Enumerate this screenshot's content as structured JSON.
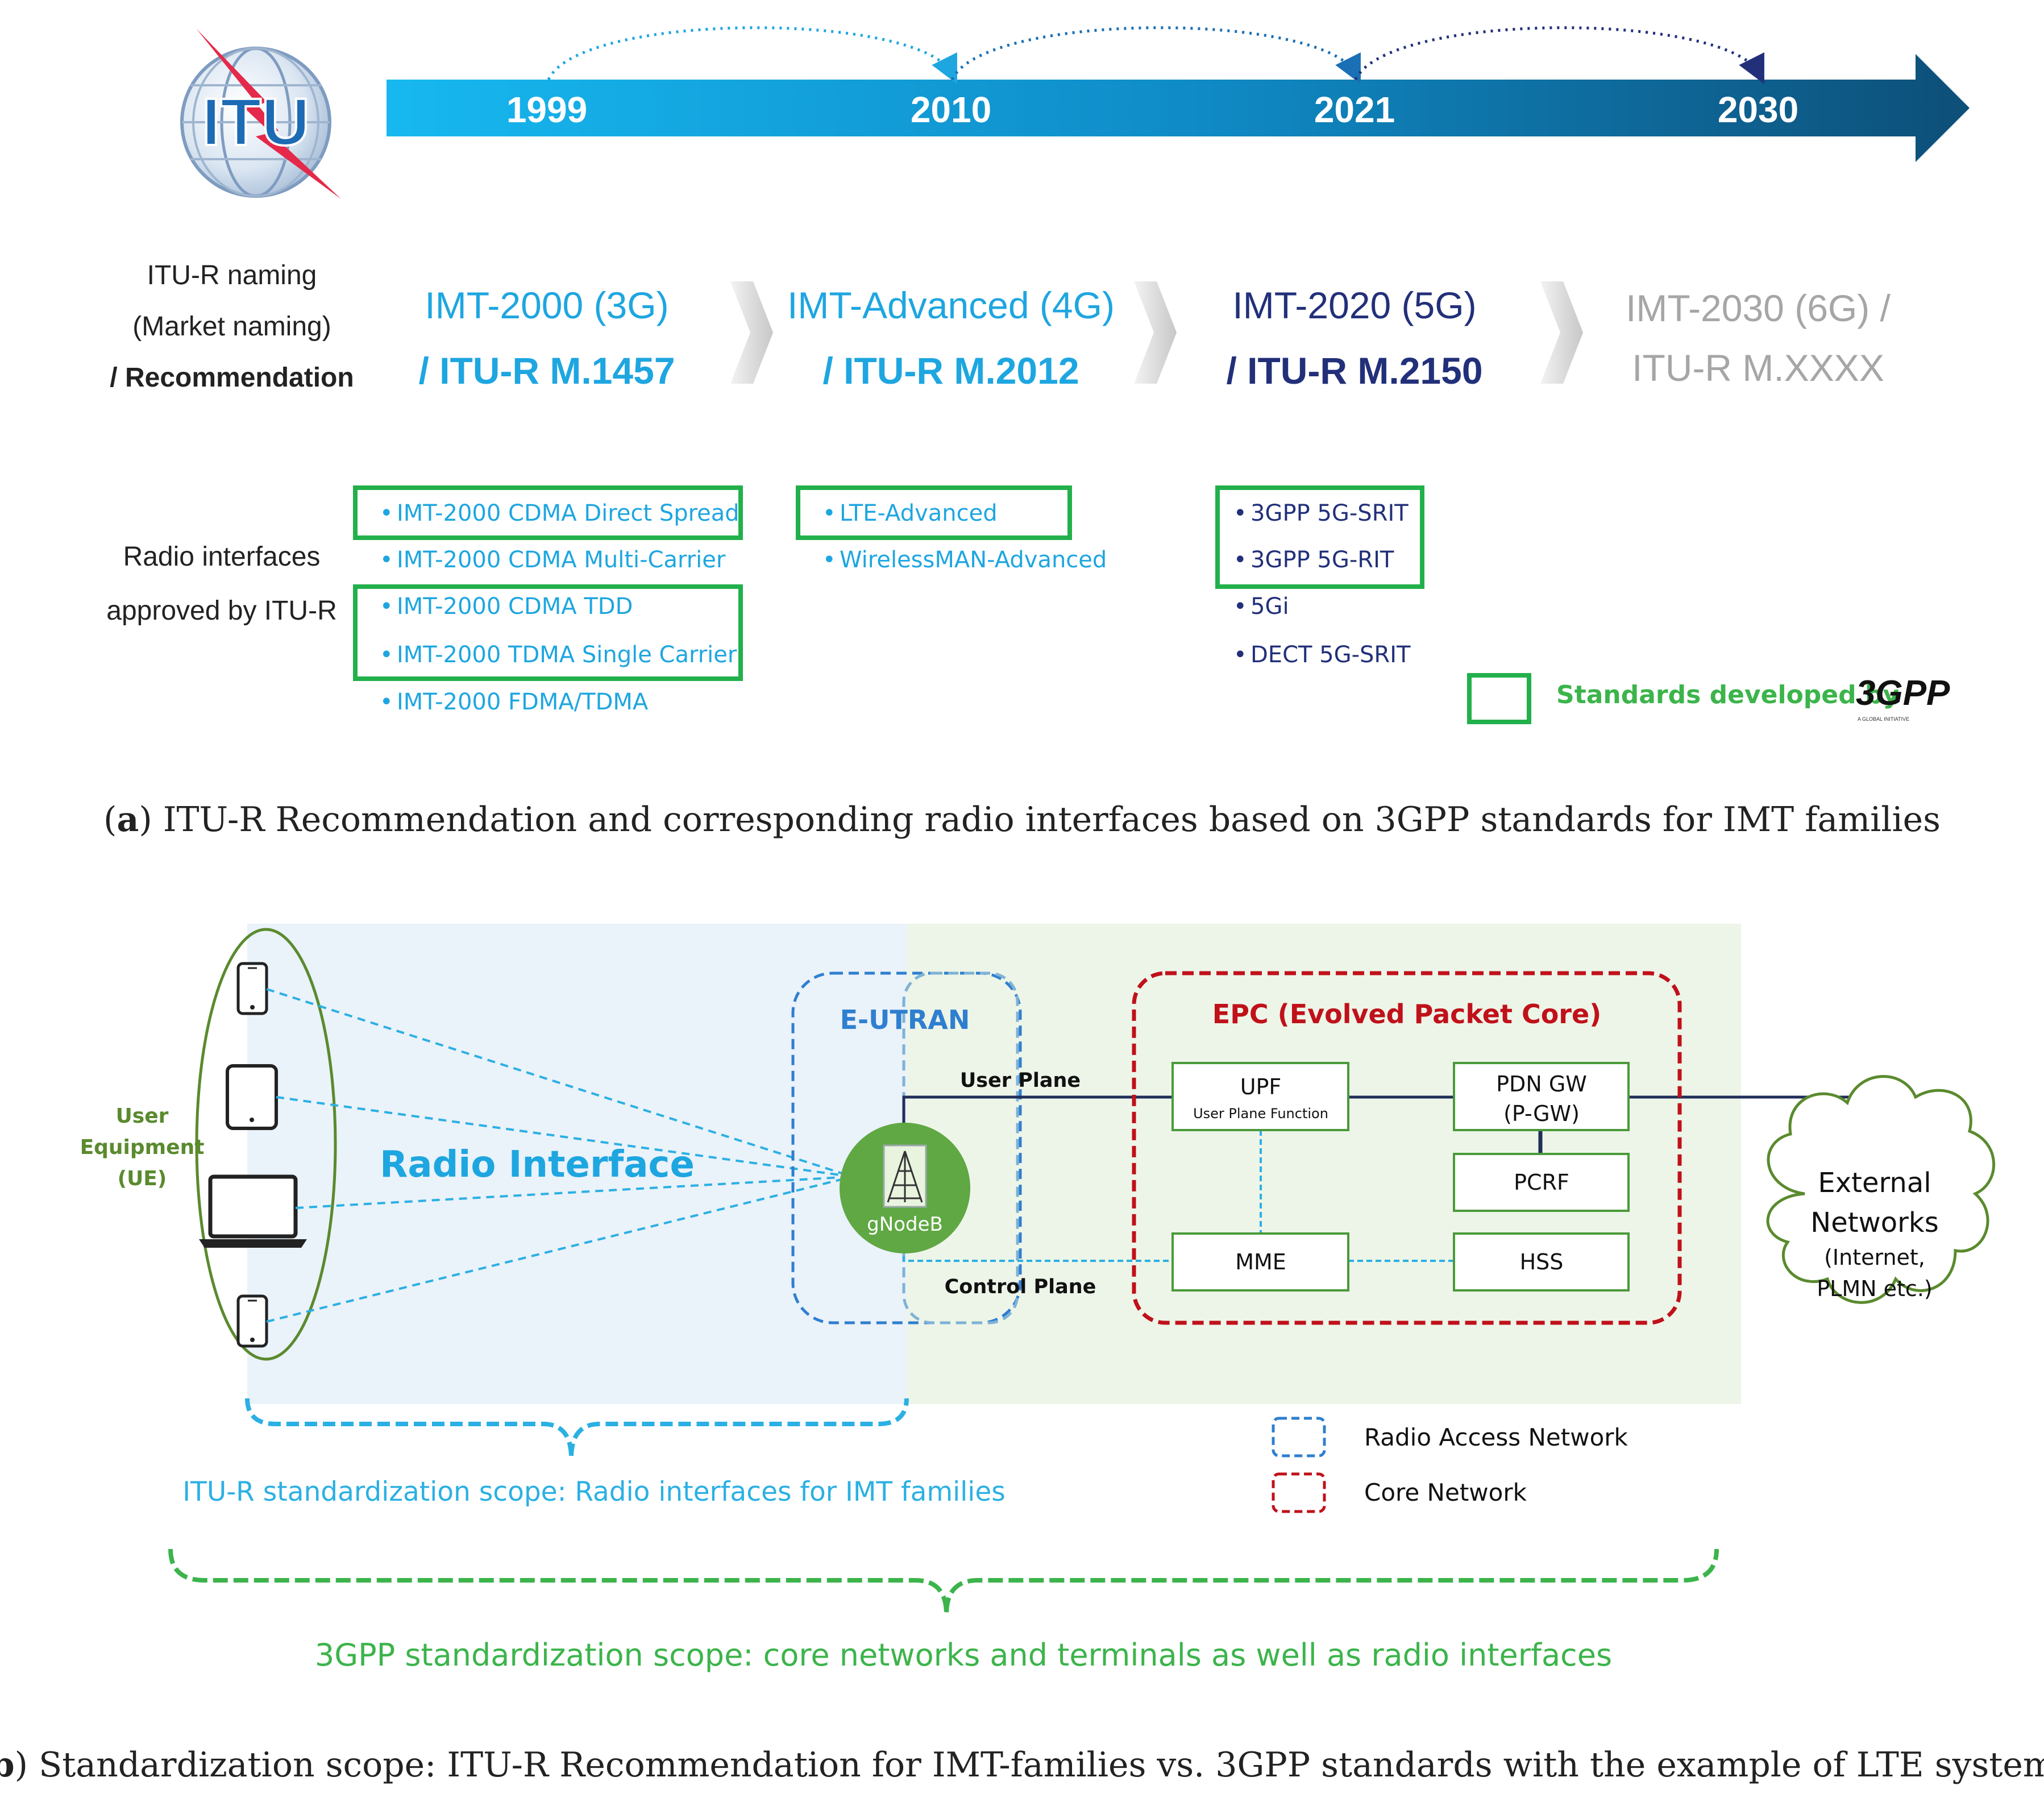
{
  "part_a": {
    "logo_text": "ITU",
    "years": [
      "1999",
      "2010",
      "2021",
      "2030"
    ],
    "naming_label": [
      "ITU-R naming",
      "(Market naming)",
      "/ Recommendation"
    ],
    "generations": [
      {
        "name": "IMT-2000 (3G)",
        "rec": "/ ITU-R M.1457",
        "color": "#1ea6e0"
      },
      {
        "name": "IMT-Advanced (4G)",
        "rec": "/ ITU-R M.2012",
        "color": "#1ea6e0"
      },
      {
        "name": "IMT-2020 (5G)",
        "rec": "/ ITU-R M.2150",
        "color": "#22307a"
      },
      {
        "name": "IMT-2030 (6G) /",
        "rec": "ITU-R M.XXXX",
        "color": "#a6a6a6"
      }
    ],
    "radio_label": [
      "Radio interfaces",
      "approved by ITU-R"
    ],
    "radio_interfaces": {
      "imt2000": [
        "IMT-2000 CDMA Direct Spread",
        "IMT-2000 CDMA Multi-Carrier",
        "IMT-2000 CDMA TDD",
        "IMT-2000 TDMA Single Carrier",
        "IMT-2000 FDMA/TDMA"
      ],
      "imtadv": [
        "LTE-Advanced",
        "WirelessMAN-Advanced"
      ],
      "imt2020": [
        "3GPP 5G-SRIT",
        "3GPP 5G-RIT",
        "5Gi",
        "DECT 5G-SRIT"
      ]
    },
    "legend_text": "Standards developed by",
    "logo_3gpp": "3GPP",
    "logo_3gpp_tagline": "A GLOBAL INITIATIVE",
    "caption_letter": "a",
    "caption_text": " ITU-R Recommendation and corresponding radio interfaces based on 3GPP standards for IMT families"
  },
  "part_b": {
    "ue_label": [
      "User",
      "Equipment",
      "(UE)"
    ],
    "radio_interface": "Radio Interface",
    "eutran": "E-UTRAN",
    "gnodeb": "gNodeB",
    "user_plane": "User Plane",
    "control_plane": "Control Plane",
    "epc": "EPC (Evolved Packet Core)",
    "upf": "UPF",
    "upf_sub": "User Plane Function",
    "pdngw": [
      "PDN GW",
      "(P-GW)"
    ],
    "pcrf": "PCRF",
    "mme": "MME",
    "hss": "HSS",
    "external": [
      "External",
      "Networks",
      "(Internet,",
      "PLMN etc.)"
    ],
    "legend_ran": "Radio Access Network",
    "legend_core": "Core Network",
    "itu_scope": "ITU-R standardization scope: Radio interfaces for IMT families",
    "gpp_scope": "3GPP standardization scope: core networks and terminals as well as radio interfaces",
    "caption_letter": "b",
    "caption_text": " Standardization scope: ITU-R Recommendation for IMT-families vs. 3GPP standards with the example of LTE system"
  },
  "colors": {
    "itu_blue": "#1ea6e0",
    "navy": "#22307a",
    "green_box": "#22b04b",
    "ran_blue": "#2f7fd0",
    "core_red": "#c0111a",
    "ue_green": "#5a8a2e",
    "gnodeb_green": "#5fa843",
    "gpp_green": "#3cb44b"
  }
}
